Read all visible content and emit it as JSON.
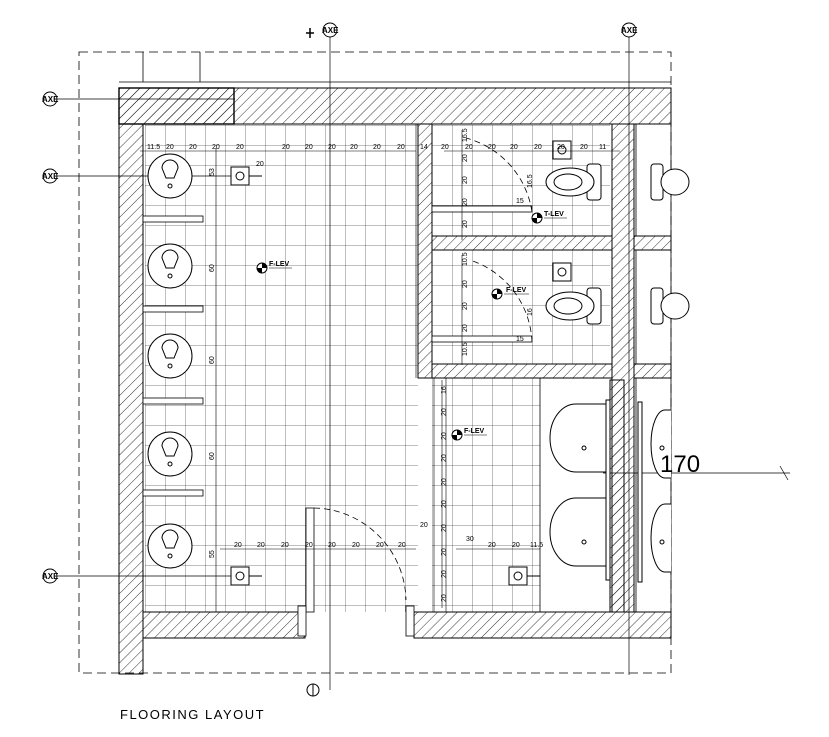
{
  "title": "FLOORING LAYOUT",
  "axis_label": "AXE",
  "level_marker": "F-LEV",
  "level_marker_alt": "T-LEV",
  "big_dimension": "170",
  "dims": {
    "d11_5": "11.5",
    "d20": "20",
    "d14": "14",
    "d16_5": "16.5",
    "d15": "15",
    "d53": "53",
    "d60": "60",
    "d55": "55",
    "d10_5": "10.5",
    "d16": "16",
    "d11": "11",
    "d30": "30"
  }
}
